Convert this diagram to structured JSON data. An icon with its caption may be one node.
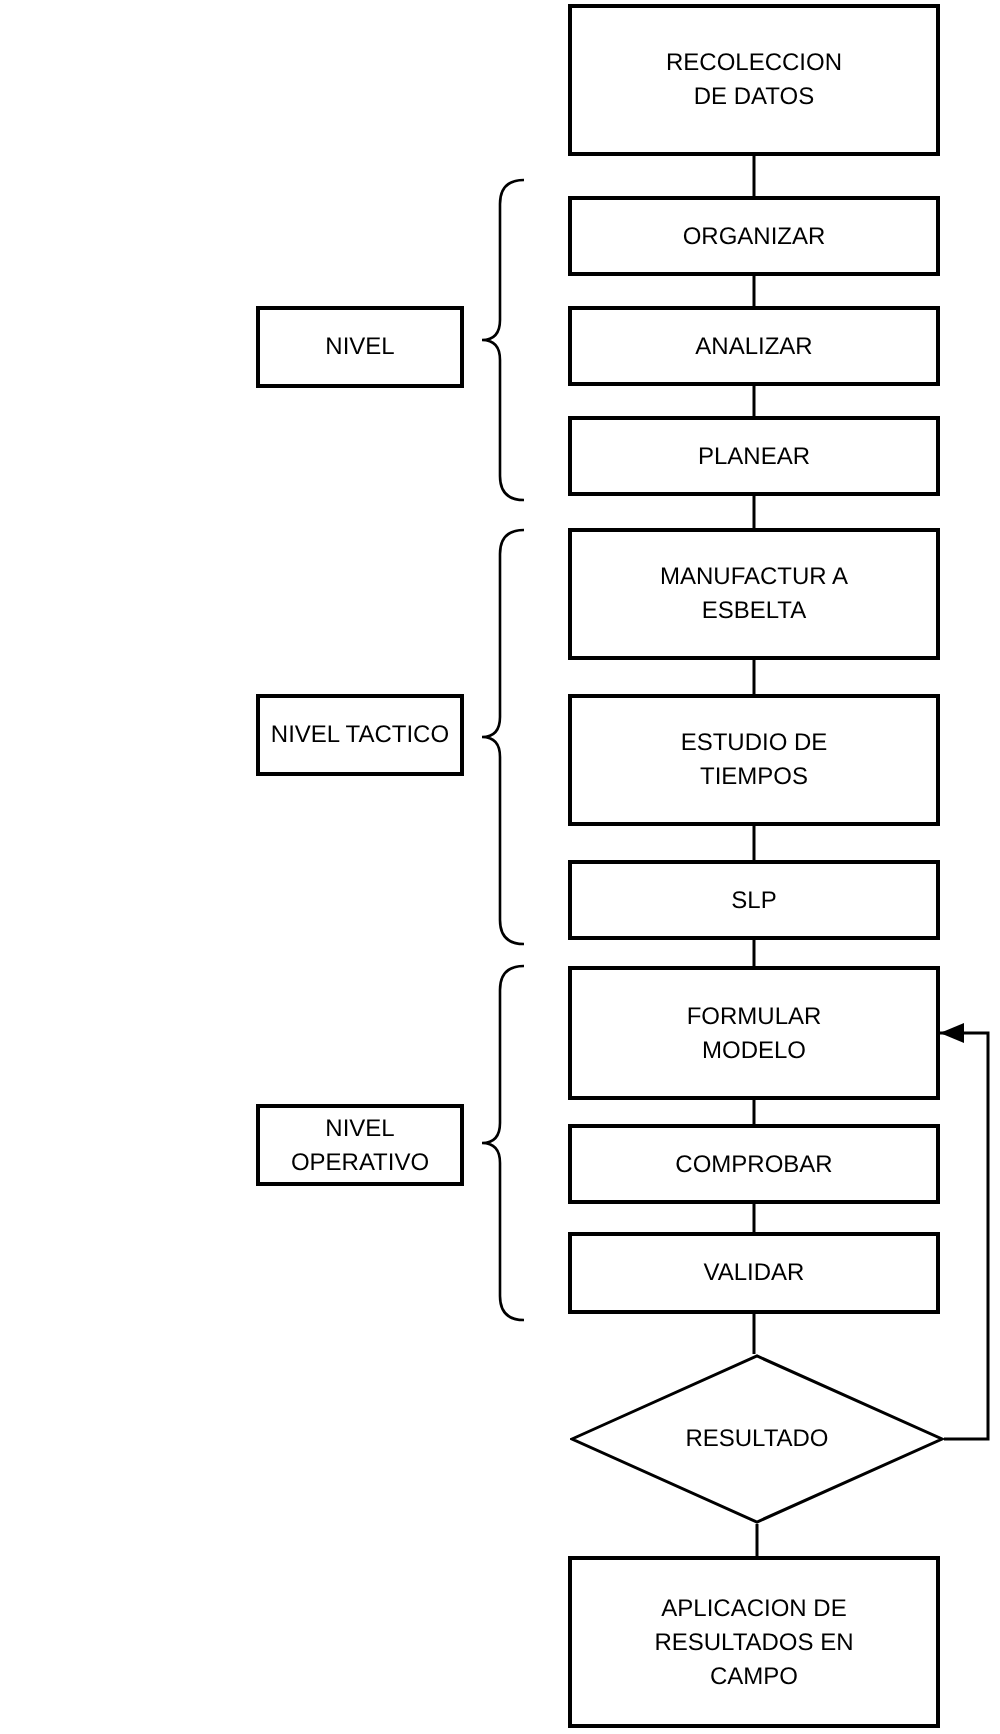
{
  "diagram": {
    "nodes": [
      {
        "text": [
          "RECOLECCION DE DATOS"
        ]
      },
      {
        "text": [
          "ORGANIZAR"
        ]
      },
      {
        "text": [
          "ANALIZAR"
        ]
      },
      {
        "text": [
          "PLANEAR"
        ]
      },
      {
        "text": [
          "MANUFACTUR A ESBELTA"
        ]
      },
      {
        "text": [
          "ESTUDIO DE TIEMPOS"
        ]
      },
      {
        "text": [
          "SLP"
        ]
      },
      {
        "text": [
          "FORMULAR MODELO"
        ]
      },
      {
        "text": [
          "COMPROBAR"
        ]
      },
      {
        "text": [
          "VALIDAR"
        ]
      },
      {
        "text": [
          "RESULTADO"
        ]
      },
      {
        "text": [
          "APLICACION DE RESULTADOS EN CAMPO"
        ]
      },
      {
        "text": [
          "NIVEL"
        ]
      },
      {
        "text": [
          "NIVEL TACTICO"
        ]
      },
      {
        "text": [
          "NIVEL OPERATIVO"
        ]
      }
    ],
    "edges": [
      {
        "from": 0,
        "to": 1,
        "arrow": "none"
      },
      {
        "from": 1,
        "to": 2,
        "arrow": "none"
      },
      {
        "from": 2,
        "to": 3,
        "arrow": "none"
      },
      {
        "from": 3,
        "to": 4,
        "arrow": "none"
      },
      {
        "from": 4,
        "to": 5,
        "arrow": "none"
      },
      {
        "from": 5,
        "to": 6,
        "arrow": "none"
      },
      {
        "from": 6,
        "to": 7,
        "arrow": "none"
      },
      {
        "from": 7,
        "to": 8,
        "arrow": "none"
      },
      {
        "from": 8,
        "to": 9,
        "arrow": "none"
      },
      {
        "from": 9,
        "to": 10,
        "arrow": "none"
      },
      {
        "from": 10,
        "to": 11,
        "arrow": "none"
      },
      {
        "from": 10,
        "to": 7,
        "arrow": "to"
      }
    ]
  }
}
